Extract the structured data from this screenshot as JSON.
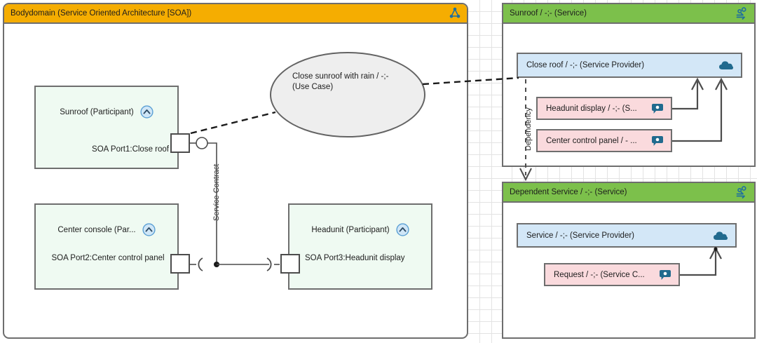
{
  "left_panel": {
    "header": {
      "title": "Bodydomain (Service Oriented Architecture  [SOA])",
      "icon": "soa-domain-icon"
    },
    "use_case": {
      "line1": "Close sunroof with rain / -;-",
      "line2": "(Use Case)"
    },
    "participants": [
      {
        "title": "Sunroof (Participant)",
        "collapse_icon": "chevron-up-circle-icon",
        "port_label": "SOA Port1:Close roof"
      },
      {
        "title": "Center console (Par...",
        "collapse_icon": "chevron-up-circle-icon",
        "port_label": "SOA Port2:Center control panel"
      },
      {
        "title": "Headunit (Participant)",
        "collapse_icon": "chevron-up-circle-icon",
        "port_label": "SOA Port3:Headunit display"
      }
    ],
    "connector_label": "Service Contract"
  },
  "right_panels": [
    {
      "header": {
        "title": "Sunroof / -;- (Service)",
        "icon": "service-icon"
      },
      "provider": {
        "label": "Close roof  / -;- (Service Provider)",
        "icon": "cloud-icon"
      },
      "consumers": [
        {
          "label": "Headunit display / -;- (S...",
          "icon": "speech-bubble-icon"
        },
        {
          "label": "Center control panel / - ...",
          "icon": "speech-bubble-icon"
        }
      ],
      "dependency_label": "Dependency"
    },
    {
      "header": {
        "title": "Dependent Service / -;- (Service)",
        "icon": "service-icon"
      },
      "provider": {
        "label": "Service  / -;- (Service Provider)",
        "icon": "cloud-icon"
      },
      "consumers": [
        {
          "label": "Request / -;- (Service C...",
          "icon": "speech-bubble-icon"
        }
      ],
      "dependency_label": ""
    }
  ],
  "colors": {
    "domain_header": "#f5ad01",
    "service_header": "#7cc04b",
    "participant_fill": "#effaf2",
    "provider_fill": "#d3e7f7",
    "consumer_fill": "#fadadd",
    "usecase_fill": "#eeeeee",
    "border": "#6e6e6e",
    "icon_blue": "#1f6f9e"
  }
}
